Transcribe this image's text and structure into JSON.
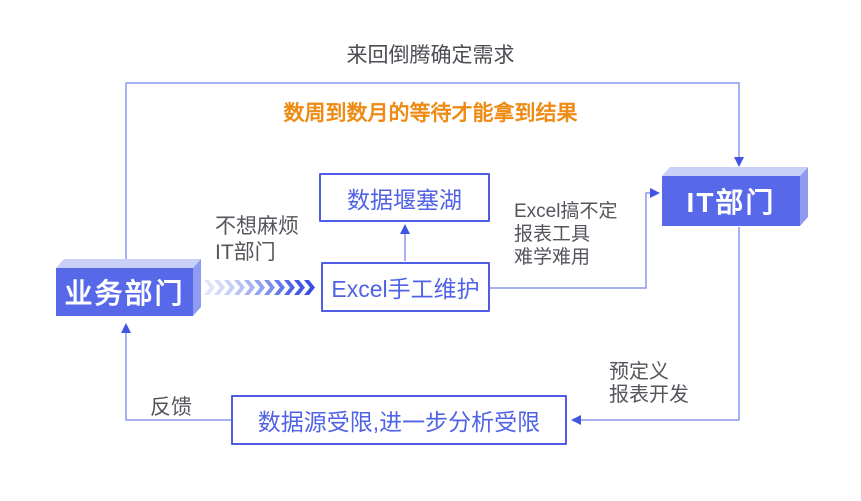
{
  "colors": {
    "accent_blue": "#4e5de3",
    "node_text_blue": "#5062e6",
    "connector_blue": "#8b97ef",
    "arrowhead_blue": "#4254e3",
    "box3d_front": "#5768e9",
    "box3d_top": "#c8d0f8",
    "box3d_side": "#8f9bf1",
    "highlight_orange": "#ee8b14",
    "note_gray": "#54565c"
  },
  "nodes": {
    "business_dept": "业务部门",
    "it_dept": "IT部门",
    "data_lake": "数据堰塞湖",
    "excel_manual": "Excel手工维护",
    "limited_analysis": "数据源受限,进一步分析受限"
  },
  "labels": {
    "back_and_forth": "来回倒腾确定需求",
    "long_wait": "数周到数月的等待才能拿到结果",
    "no_bother_1": "不想麻烦",
    "no_bother_2": "IT部门",
    "excel_cant_1": "Excel搞不定",
    "excel_cant_2": "报表工具",
    "excel_cant_3": "难学难用",
    "predefined_1": "预定义",
    "predefined_2": "报表开发",
    "feedback": "反馈"
  }
}
